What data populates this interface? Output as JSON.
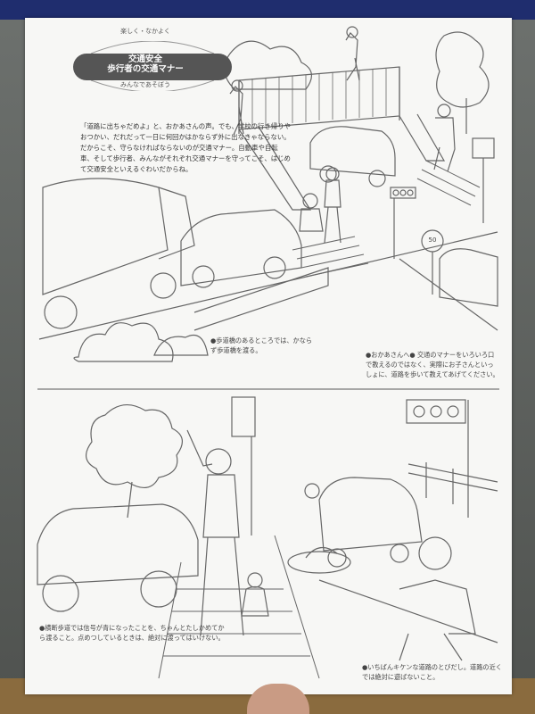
{
  "header": {
    "arc_top": "楽しく・なかよく",
    "title_line1": "交通安全",
    "title_line2": "歩行者の交通マナー",
    "arc_bottom": "みんなであそぼう"
  },
  "intro": {
    "text": "「道路に出ちゃだめよ」と、おかあさんの声。でも、学校の行き帰りやおつかい、だれだって一日に何回かはかならず外に出なきゃならない。だからこそ、守らなければならないのが交通マナー。自動車や自転車、そして歩行者、みんながそれぞれ交通マナーを守ってこそ、はじめて交通安全といえるぐわいだからね。"
  },
  "captions": {
    "sidewalk": "●歩道橋のあるところでは、かならず歩道橋を渡る。",
    "mother_note": "●おかあさんへ● 交通のマナーをいろいろ口で教えるのではなく、実際にお子さんといっしょに、道路を歩いて教えてあげてください。",
    "crosswalk": "●横断歩道では信号が青になったことを、ちゃんとたしかめてから渡ること。点めつしているときは、絶対に渡ってはいけない。",
    "dangerous": "●いちばんキケンな道路のとびだし。道路の近くでは絶対に遊ばないこと。"
  },
  "sign": {
    "speed_limit": "50"
  },
  "colors": {
    "badge_dark": "#555555",
    "line": "#555555",
    "paper": "#f7f7f5"
  }
}
